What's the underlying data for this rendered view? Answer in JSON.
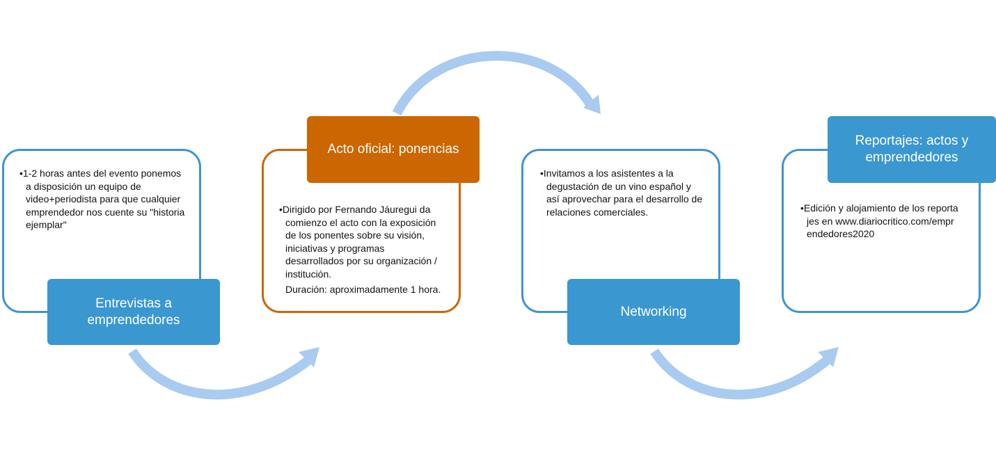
{
  "colors": {
    "blue_label": "#3a97d0",
    "blue_border": "#3e94cf",
    "orange": "#cc6600",
    "arrow": "#a9cbef"
  },
  "steps": [
    {
      "title": "Entrevistas a emprendedores",
      "bullets": [
        "1-2 horas antes del evento ponemos a disposición un equipo de video+periodista para que cualquier emprendedor nos cuente su \"historia ejemplar\""
      ],
      "note": ""
    },
    {
      "title": "Acto oficial: ponencias",
      "bullets": [
        "Dirigido por Fernando Jáuregui da comienzo el acto con la exposición de los ponentes sobre su visión, iniciativas y programas desarrollados por su organización / institución."
      ],
      "note": "Duración:  aproximadamente 1 hora."
    },
    {
      "title": "Networking",
      "bullets": [
        "Invitamos a los asistentes a la degustación de un vino español y así aprovechar para el desarrollo de relaciones comerciales."
      ],
      "note": ""
    },
    {
      "title": "Reportajes: actos y emprendedores",
      "bullets": [
        "Edición y alojamiento de los reportajes en www.diariocritico.com/emprendedores2020"
      ],
      "note": ""
    }
  ]
}
